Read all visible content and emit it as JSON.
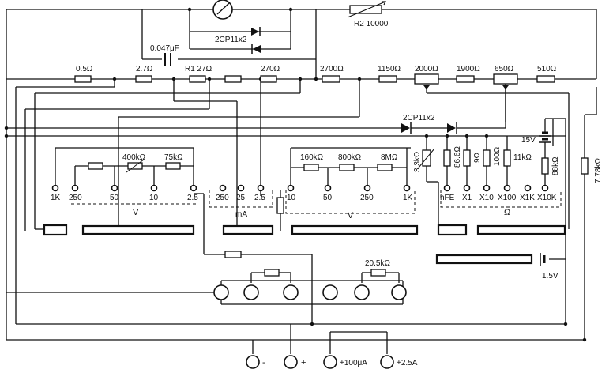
{
  "meter": {
    "symbol": "meter-gauge"
  },
  "components": {
    "r2": "R2  10000",
    "diode_pair_top": "2CP11x2",
    "cap": "0.047μF",
    "diode_pair_mid": "2CP11x2",
    "r_33k": "3.3kΩ",
    "r_205k": "20.5kΩ",
    "r_778k": "7.78kΩ",
    "r_88k": "88kΩ",
    "r_11k": "11kΩ",
    "batt_15v": "15V",
    "batt_15": "1.5V"
  },
  "shunt_chain": {
    "r_05": "0.5Ω",
    "r_27": "2.7Ω",
    "r1": "R1  27Ω",
    "r_270": "270Ω",
    "r_2700": "2700Ω",
    "r_1150": "1150Ω",
    "r_2000": "2000Ω",
    "r_1900": "1900Ω",
    "r_650": "650Ω",
    "r_510": "510Ω"
  },
  "dcv": {
    "r_400k": "400kΩ",
    "r_75k": "75kΩ",
    "ranges": [
      "1K",
      "250",
      "50",
      "10",
      "2.5"
    ],
    "unit": "V"
  },
  "ma": {
    "ranges": [
      "250",
      "25",
      "2.5"
    ],
    "unit": "mA"
  },
  "acv": {
    "r_160k": "160kΩ",
    "r_800k": "800kΩ",
    "r_8m": "8MΩ",
    "ranges": [
      "10",
      "50",
      "250",
      "1K"
    ],
    "unit": "V"
  },
  "ohm": {
    "r_866": "86.6Ω",
    "r_9": "9Ω",
    "r_100": "100Ω",
    "ranges": [
      "hFE",
      "X1",
      "X10",
      "X100",
      "X1K",
      "X10K"
    ],
    "unit": "Ω"
  },
  "jacks": {
    "minus": "-",
    "plus": "+",
    "ua100": "+100μA",
    "a25": "+2.5A"
  }
}
